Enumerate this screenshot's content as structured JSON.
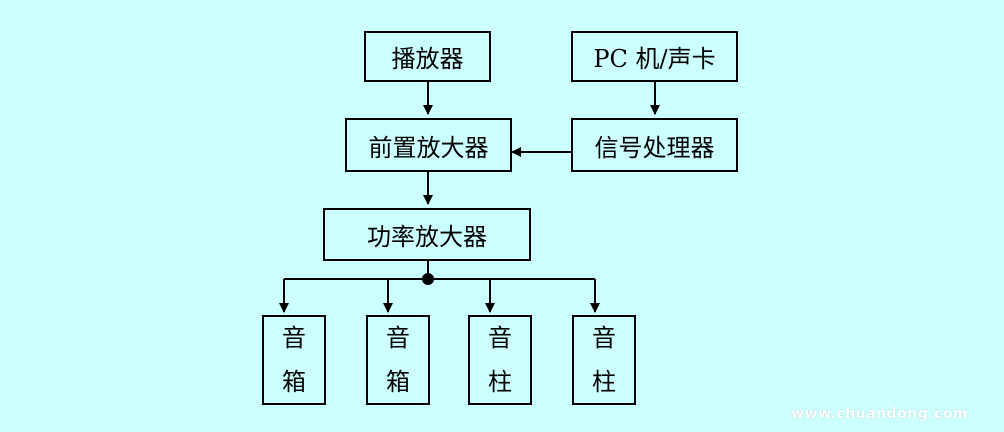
{
  "diagram": {
    "nodes": {
      "player": "播放器",
      "pc_soundcard": "PC 机/声卡",
      "preamp": "前置放大器",
      "signal_processor": "信号处理器",
      "power_amp": "功率放大器",
      "speaker_box_1": [
        "音",
        "箱"
      ],
      "speaker_box_2": [
        "音",
        "箱"
      ],
      "speaker_column_1": [
        "音",
        "柱"
      ],
      "speaker_column_2": [
        "音",
        "柱"
      ]
    },
    "edges": [
      {
        "from": "player",
        "to": "preamp"
      },
      {
        "from": "pc_soundcard",
        "to": "signal_processor"
      },
      {
        "from": "signal_processor",
        "to": "preamp"
      },
      {
        "from": "preamp",
        "to": "power_amp"
      },
      {
        "from": "power_amp",
        "to": "speaker_box_1"
      },
      {
        "from": "power_amp",
        "to": "speaker_box_2"
      },
      {
        "from": "power_amp",
        "to": "speaker_column_1"
      },
      {
        "from": "power_amp",
        "to": "speaker_column_2"
      }
    ]
  },
  "watermark": "www.chuandong.com",
  "colors": {
    "background": "#ccffff",
    "stroke": "#000000"
  }
}
